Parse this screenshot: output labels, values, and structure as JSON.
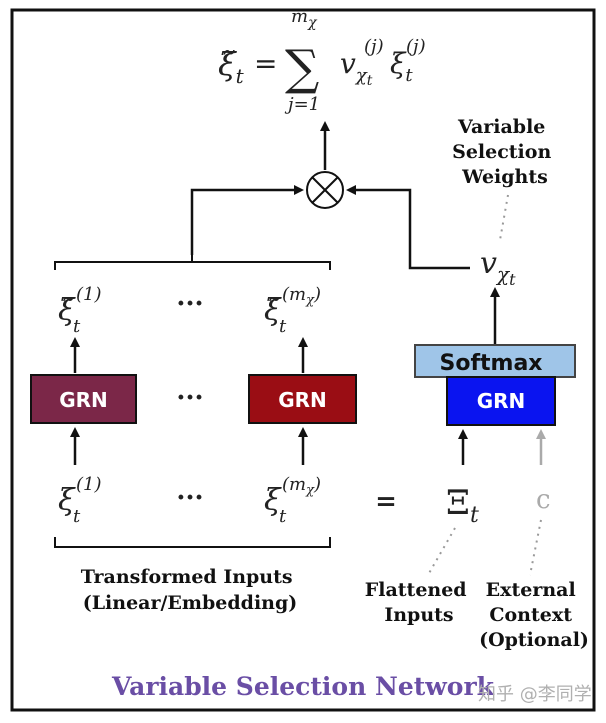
{
  "equation": {
    "lhs": "ξ̃",
    "lhs_sub": "t",
    "equals": "=",
    "sum": "∑",
    "sum_upper": "m",
    "sum_upper_sub": "χ",
    "sum_lower": "j=1",
    "v": "v",
    "v_sub": "χ",
    "v_subsub": "t",
    "v_sup": "(j)",
    "xi": "ξ",
    "xi_sub": "t",
    "xi_sup": "(j)"
  },
  "weights_label": [
    "Variable",
    "Selection",
    "Weights"
  ],
  "multiply_symbol": "⊗",
  "v_label": {
    "base": "v",
    "sub": "χ",
    "subsub": "t"
  },
  "top_row": {
    "left": {
      "base": "ξ̃",
      "sub": "t",
      "sup": "(1)"
    },
    "dots": "···",
    "right": {
      "base": "ξ̃",
      "sub": "t",
      "sup": "(m",
      "sup_sub": "χ",
      "sup_close": ")"
    }
  },
  "grn": {
    "left": "GRN",
    "dots": "···",
    "right": "GRN",
    "selector": "GRN",
    "softmax": "Softmax",
    "colors": {
      "left": "#7b2748",
      "right": "#9a0d14",
      "selector": "#0a14f0",
      "softmax": "#9fc5e8"
    }
  },
  "bottom_row": {
    "left": {
      "base": "ξ",
      "sub": "t",
      "sup": "(1)"
    },
    "dots": "···",
    "right": {
      "base": "ξ",
      "sub": "t",
      "sup": "(m",
      "sup_sub": "χ",
      "sup_close": ")"
    },
    "equals": "=",
    "xi_upper": {
      "base": "Ξ",
      "sub": "t"
    },
    "c": "c"
  },
  "transformed_label": [
    "Transformed Inputs",
    "(Linear/Embedding)"
  ],
  "flattened_label": [
    "Flattened",
    "Inputs"
  ],
  "external_label": [
    "External",
    "Context",
    "(Optional)"
  ],
  "title": "Variable Selection Network",
  "watermark": "知乎 @李同学",
  "colors": {
    "title": "#6a4ea5",
    "gray_arrow": "#aaaaaa"
  }
}
